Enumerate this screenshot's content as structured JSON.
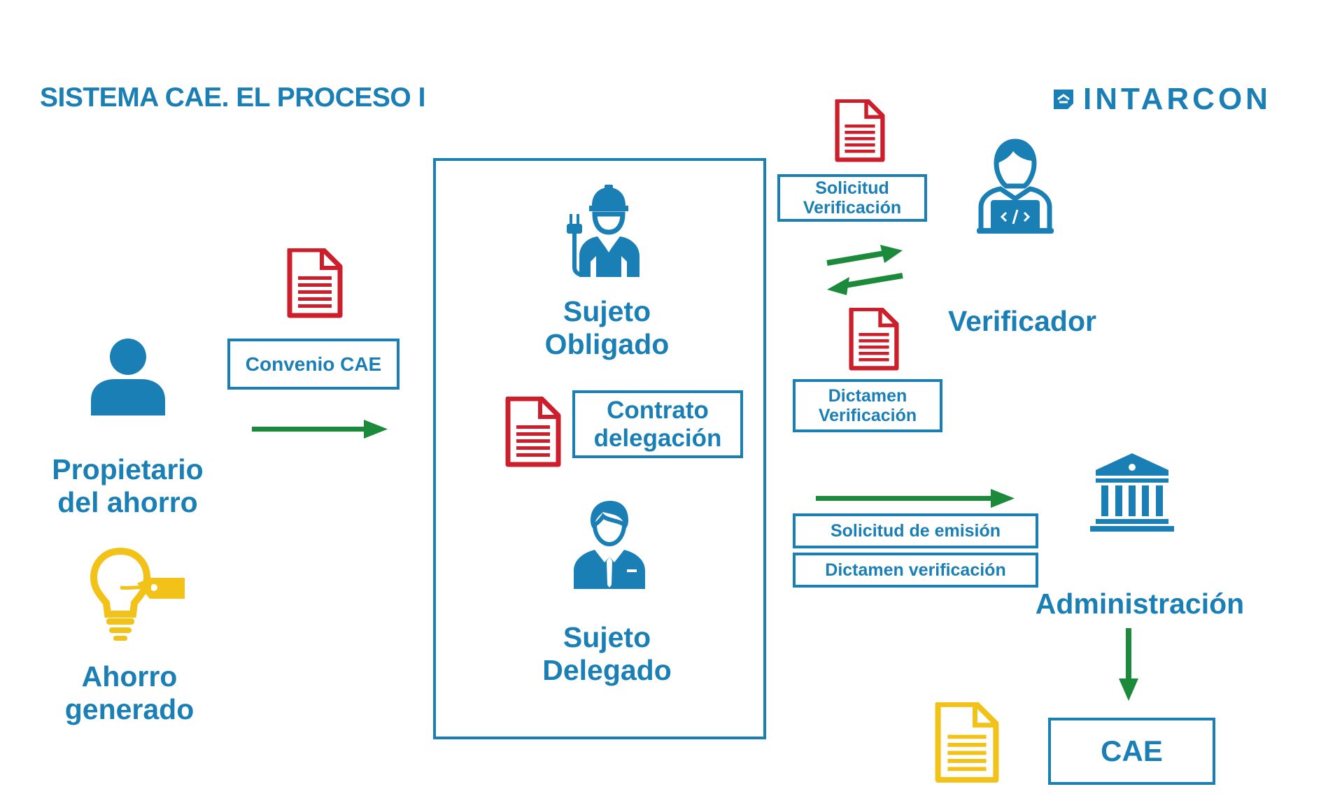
{
  "title": "SISTEMA CAE. EL PROCESO I",
  "logo": {
    "text": "INTARCON"
  },
  "actors": {
    "propietario": "Propietario del ahorro",
    "ahorro": "Ahorro generado",
    "sujeto_obligado": "Sujeto Obligado",
    "sujeto_delegado": "Sujeto Delegado",
    "verificador": "Verificador",
    "administracion": "Administración"
  },
  "documents": {
    "convenio": "Convenio CAE",
    "contrato": "Contrato delegación",
    "solicitud_verificacion": "Solicitud Verificación",
    "dictamen_verificacion": "Dictamen Verificación",
    "solicitud_emision": "Solicitud de emisión",
    "dictamen_verificacion_2": "Dictamen verificación",
    "cae": "CAE"
  },
  "colors": {
    "primary_blue": "#1a7fb5",
    "document_red": "#cc1f2b",
    "arrow_green": "#1b8a3a",
    "bulb_yellow": "#f2c218"
  }
}
